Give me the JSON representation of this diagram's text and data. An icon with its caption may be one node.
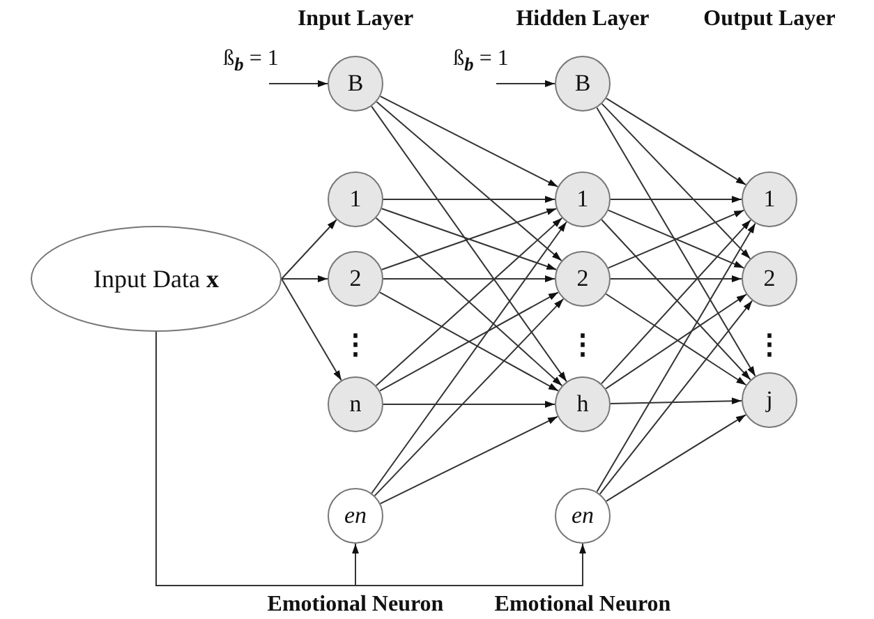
{
  "diagram": {
    "nodes": [
      {
        "text": [
          "Input Data **x**"
        ]
      },
      {
        "text": [
          "B"
        ]
      },
      {
        "text": [
          "1"
        ]
      },
      {
        "text": [
          "2"
        ]
      },
      {
        "text": [
          "n"
        ]
      },
      {
        "text": [
          "*en*"
        ],
        "beside": [
          "Emotional Neuron"
        ]
      },
      {
        "text": [
          "B"
        ]
      },
      {
        "text": [
          "1"
        ]
      },
      {
        "text": [
          "2"
        ]
      },
      {
        "text": [
          "h"
        ]
      },
      {
        "text": [
          "*en*"
        ],
        "beside": [
          "Emotional Neuron"
        ]
      },
      {
        "text": [
          "1"
        ]
      },
      {
        "text": [
          "2"
        ]
      },
      {
        "text": [
          "j"
        ]
      }
    ],
    "edges": [
      {
        "from": 0,
        "to": 2,
        "arrow": "to"
      },
      {
        "from": 0,
        "to": 3,
        "arrow": "to"
      },
      {
        "from": 0,
        "to": 4,
        "arrow": "to"
      },
      {
        "from": 0,
        "to": 5,
        "arrow": "to"
      },
      {
        "from": 0,
        "to": 10,
        "arrow": "to"
      },
      {
        "from": null,
        "to": 1,
        "arrow": "to"
      },
      {
        "from": null,
        "to": 6,
        "arrow": "to"
      },
      {
        "from": 1,
        "to": 7,
        "arrow": "to"
      },
      {
        "from": 1,
        "to": 8,
        "arrow": "to"
      },
      {
        "from": 1,
        "to": 9,
        "arrow": "to"
      },
      {
        "from": 2,
        "to": 7,
        "arrow": "to"
      },
      {
        "from": 2,
        "to": 8,
        "arrow": "to"
      },
      {
        "from": 2,
        "to": 9,
        "arrow": "to"
      },
      {
        "from": 3,
        "to": 7,
        "arrow": "to"
      },
      {
        "from": 3,
        "to": 8,
        "arrow": "to"
      },
      {
        "from": 3,
        "to": 9,
        "arrow": "to"
      },
      {
        "from": 4,
        "to": 7,
        "arrow": "to"
      },
      {
        "from": 4,
        "to": 8,
        "arrow": "to"
      },
      {
        "from": 4,
        "to": 9,
        "arrow": "to"
      },
      {
        "from": 5,
        "to": 7,
        "arrow": "to"
      },
      {
        "from": 5,
        "to": 8,
        "arrow": "to"
      },
      {
        "from": 5,
        "to": 9,
        "arrow": "to"
      },
      {
        "from": 6,
        "to": 11,
        "arrow": "to"
      },
      {
        "from": 6,
        "to": 12,
        "arrow": "to"
      },
      {
        "from": 6,
        "to": 13,
        "arrow": "to"
      },
      {
        "from": 7,
        "to": 11,
        "arrow": "to"
      },
      {
        "from": 7,
        "to": 12,
        "arrow": "to"
      },
      {
        "from": 7,
        "to": 13,
        "arrow": "to"
      },
      {
        "from": 8,
        "to": 11,
        "arrow": "to"
      },
      {
        "from": 8,
        "to": 12,
        "arrow": "to"
      },
      {
        "from": 8,
        "to": 13,
        "arrow": "to"
      },
      {
        "from": 9,
        "to": 11,
        "arrow": "to"
      },
      {
        "from": 9,
        "to": 12,
        "arrow": "to"
      },
      {
        "from": 9,
        "to": 13,
        "arrow": "to"
      },
      {
        "from": 10,
        "to": 11,
        "arrow": "to"
      },
      {
        "from": 10,
        "to": 12,
        "arrow": "to"
      },
      {
        "from": 10,
        "to": 13,
        "arrow": "to"
      }
    ],
    "labels": [
      "Input Layer",
      "Hidden Layer",
      "Output Layer",
      "ß$_{b}$ = 1",
      "ß$_{b}$ = 1",
      "⋮",
      "⋮",
      "⋮"
    ]
  }
}
